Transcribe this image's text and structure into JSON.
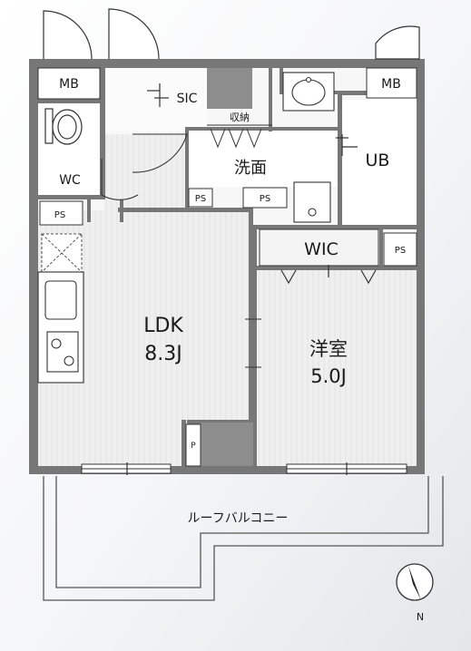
{
  "rooms": {
    "mb_left": "MB",
    "mb_right": "MB",
    "sic": "SIC",
    "storage": "収納",
    "washroom": "洗面",
    "ub": "UB",
    "wc": "WC",
    "ps_1": "PS",
    "ps_2": "PS",
    "ps_3": "PS",
    "ps_4": "PS",
    "ps_5": "P",
    "wic": "WIC",
    "ldk_name": "LDK",
    "ldk_size": "8.3J",
    "bedroom_name": "洋室",
    "bedroom_size": "5.0J",
    "balcony": "ルーフバルコニー",
    "compass": "N"
  },
  "colors": {
    "wall": "#777777",
    "floor": "#f1f1f1",
    "wet_area": "#ffffff",
    "line": "#333333",
    "shaft": "#8d8d8d"
  }
}
